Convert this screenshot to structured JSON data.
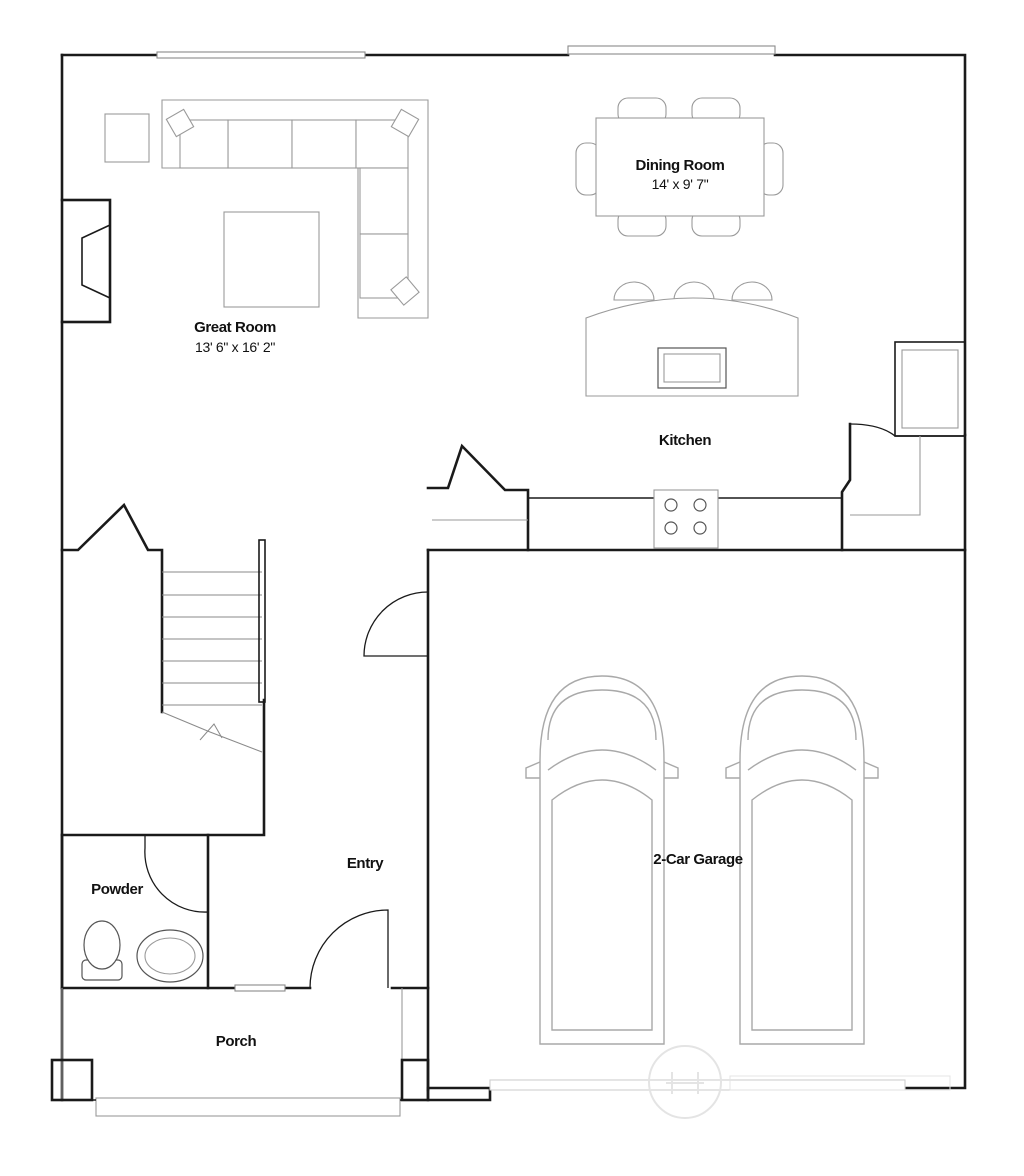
{
  "rooms": {
    "dining": {
      "name": "Dining Room",
      "dims": "14' x 9' 7\""
    },
    "great": {
      "name": "Great Room",
      "dims": "13' 6\" x 16' 2\""
    },
    "kitchen": {
      "name": "Kitchen"
    },
    "entry": {
      "name": "Entry"
    },
    "powder": {
      "name": "Powder"
    },
    "garage": {
      "name": "2-Car Garage"
    },
    "porch": {
      "name": "Porch"
    }
  },
  "colors": {
    "wall": "#1a1a1a",
    "furniture": "#9a9a9a",
    "background": "#ffffff"
  }
}
